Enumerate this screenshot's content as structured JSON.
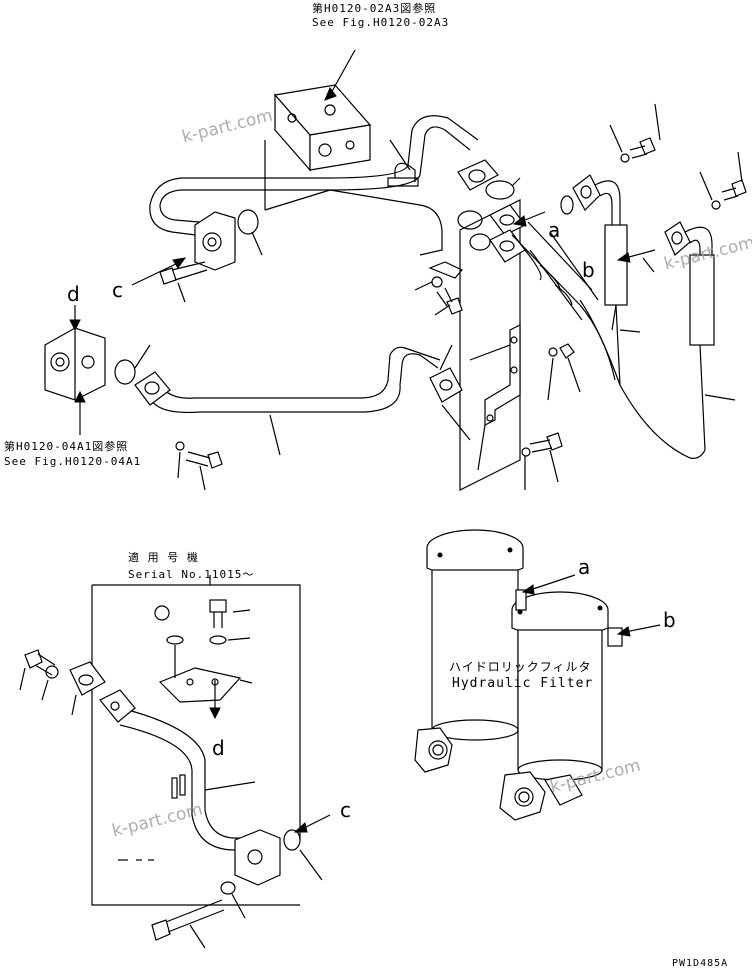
{
  "refs": {
    "top_ref_jp": "第H0120-02A3図参照",
    "top_ref_en": "See Fig.H0120-02A3",
    "left_ref_jp": "第H0120-04A1図参照",
    "left_ref_en": "See Fig.H0120-04A1"
  },
  "serial": {
    "jp": "適 用 号 機",
    "en": "Serial No.11015〜"
  },
  "filter": {
    "jp": "ハイドロリックフィルタ",
    "en": "Hydraulic Filter"
  },
  "callouts": {
    "a": "a",
    "b": "b",
    "c": "c",
    "d": "d"
  },
  "watermark": "k-part.com",
  "drawing_code": "PW1D485A"
}
